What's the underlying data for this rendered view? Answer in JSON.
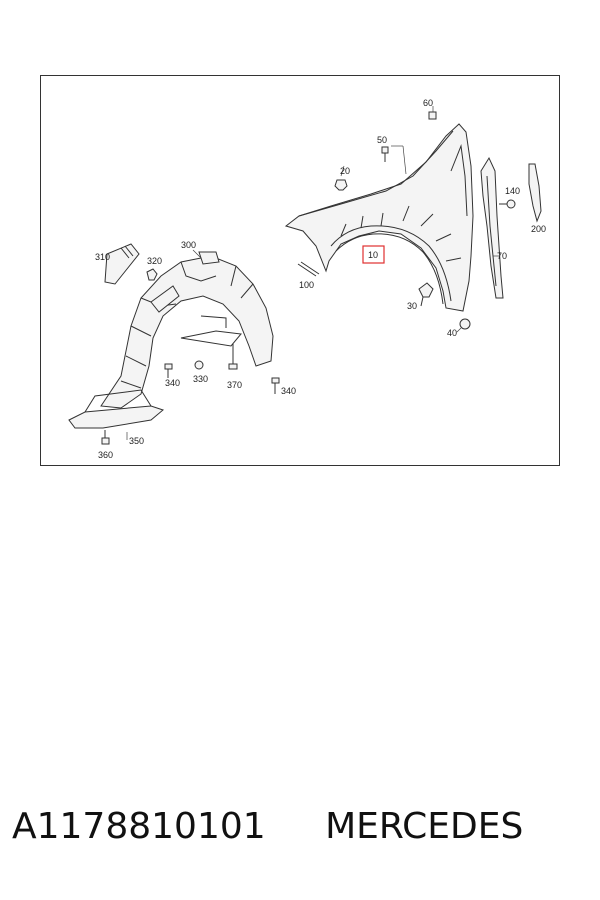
{
  "callouts": {
    "c10": "10",
    "c20": "20",
    "c30": "30",
    "c40": "40",
    "c50": "50",
    "c60": "60",
    "c70": "70",
    "c100": "100",
    "c140": "140",
    "c200": "200",
    "c300": "300",
    "c310": "310",
    "c320": "320",
    "c330": "330",
    "c340a": "340",
    "c340b": "340",
    "c350": "350",
    "c360": "360",
    "c370": "370"
  },
  "highlight_color": "#e03030",
  "caption": {
    "part_number": "A1178810101",
    "brand": "MERCEDES"
  }
}
